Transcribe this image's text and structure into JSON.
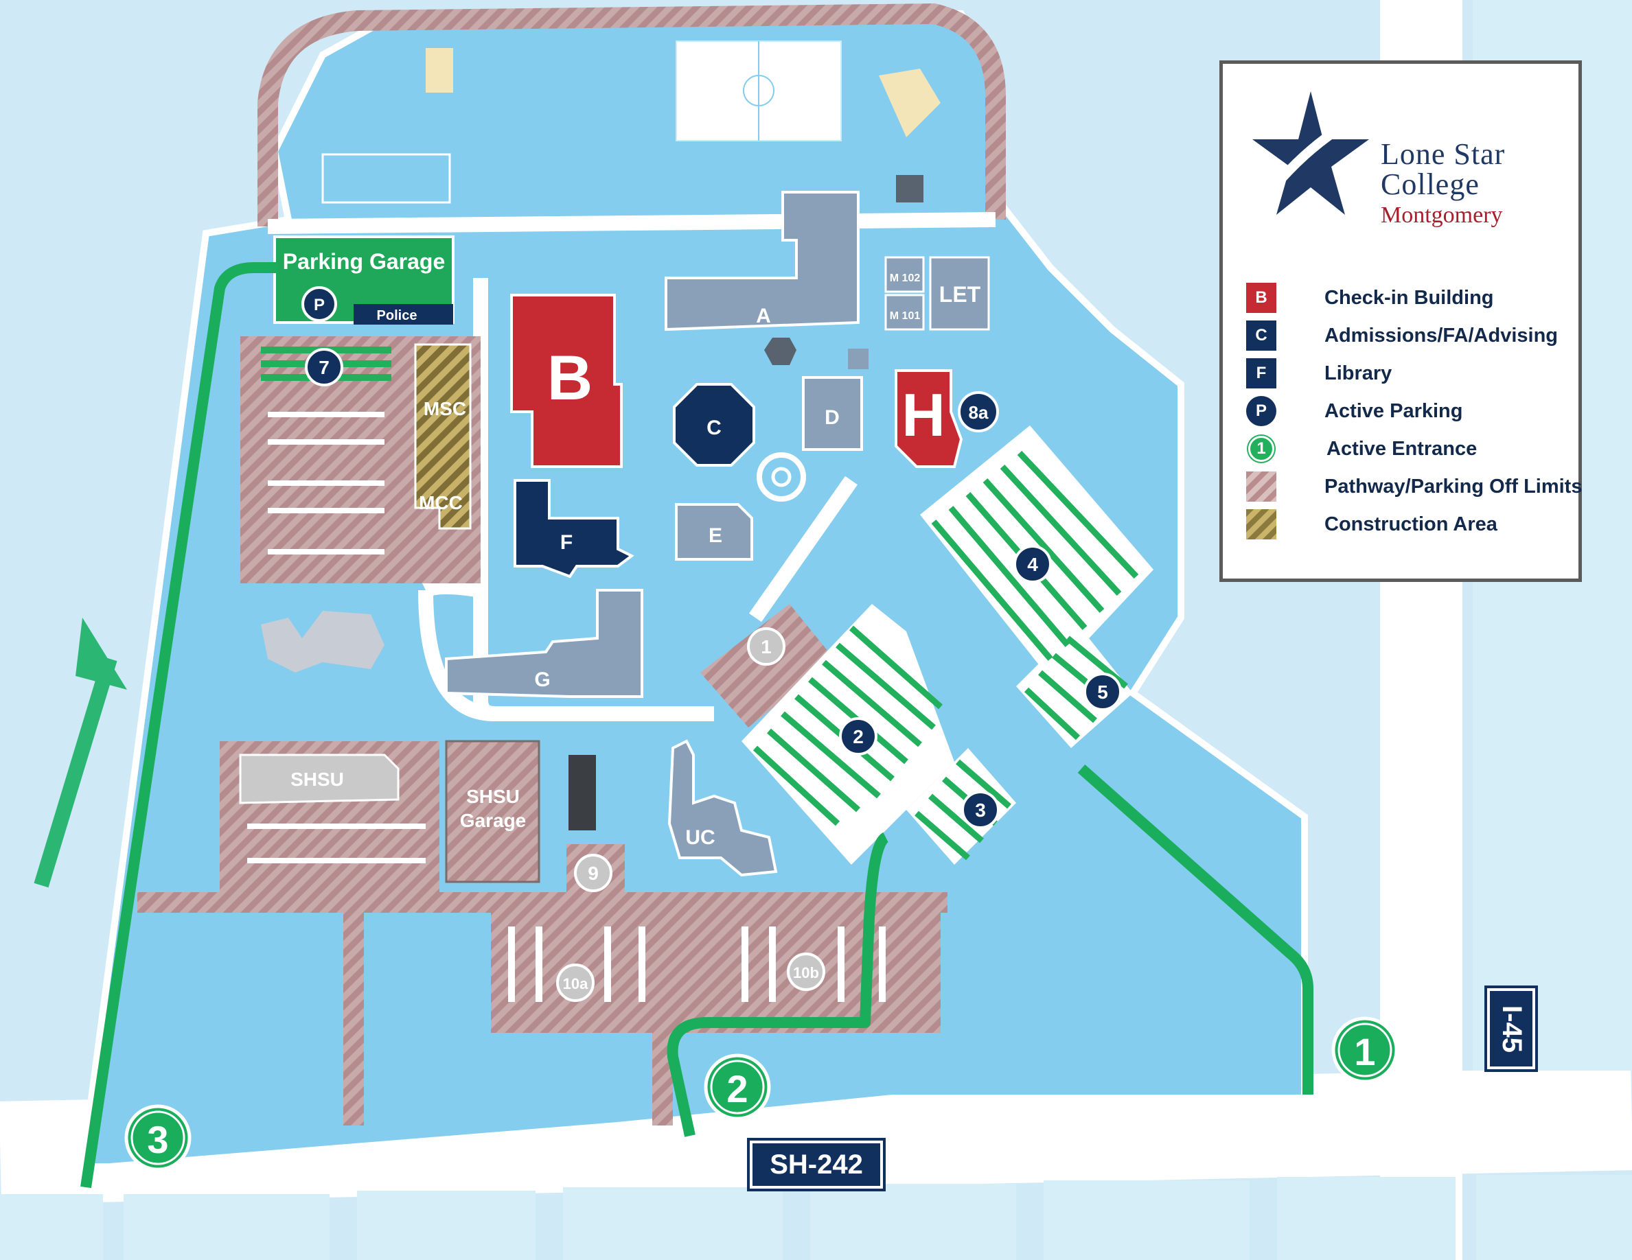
{
  "colors": {
    "water": "#cfeaf6",
    "campus": "#84cdee",
    "road": "#ffffff",
    "building": "#8aa0b8",
    "checkin": "#c62b33",
    "navy": "#12305e",
    "green_route": "#1aae5c",
    "parking_stripe": "#22b05d",
    "offlimits": "#c3a3a4",
    "construction": "#9a8848"
  },
  "legend": {
    "brand_line1": "Lone Star",
    "brand_line2": "College",
    "brand_line3": "Montgomery",
    "logo_icon": "star-swoosh-icon",
    "items": [
      {
        "key": "B",
        "label": "Check-in Building"
      },
      {
        "key": "C",
        "label": "Admissions/FA/Advising"
      },
      {
        "key": "F",
        "label": "Library"
      },
      {
        "key": "P",
        "label": "Active Parking"
      },
      {
        "key": "1",
        "label": "Active Entrance"
      },
      {
        "key": "",
        "label": "Pathway/Parking Off Limits"
      },
      {
        "key": "",
        "label": "Construction Area"
      }
    ]
  },
  "buildings": {
    "B": "B",
    "C": "C",
    "F": "F",
    "H": "H",
    "A": "A",
    "D": "D",
    "E": "E",
    "G": "G",
    "UC": "UC",
    "LET": "LET",
    "M102": "M 102",
    "M101": "M 101",
    "MSC": "MSC",
    "MCC": "MCC",
    "SHSU": "SHSU",
    "SHSU_Garage_l1": "SHSU",
    "SHSU_Garage_l2": "Garage",
    "parking_garage": "Parking Garage",
    "police": "Police",
    "garage_p": "P"
  },
  "lots": {
    "active": [
      "7",
      "8a",
      "4",
      "5",
      "2",
      "3"
    ],
    "closed": [
      "1",
      "9",
      "10a",
      "10b"
    ]
  },
  "entrances": [
    "1",
    "2",
    "3"
  ],
  "highways": {
    "sh242": "SH-242",
    "i45": "I-45"
  }
}
